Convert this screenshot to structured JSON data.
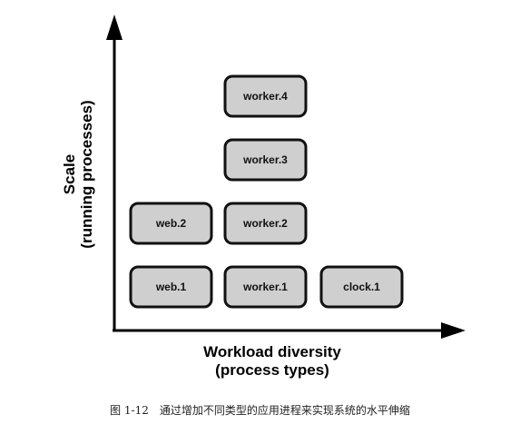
{
  "diagram": {
    "axes": {
      "y_label_line1": "Scale",
      "y_label_line2": "(running processes)",
      "x_label_line1": "Workload diversity",
      "x_label_line2": "(process types)"
    },
    "processes": [
      {
        "label": "web.1",
        "type": "web",
        "index": 1
      },
      {
        "label": "web.2",
        "type": "web",
        "index": 2
      },
      {
        "label": "worker.1",
        "type": "worker",
        "index": 1
      },
      {
        "label": "worker.2",
        "type": "worker",
        "index": 2
      },
      {
        "label": "worker.3",
        "type": "worker",
        "index": 3
      },
      {
        "label": "worker.4",
        "type": "worker",
        "index": 4
      },
      {
        "label": "clock.1",
        "type": "clock",
        "index": 1
      }
    ],
    "colors": {
      "box_fill": "#cfcfcf",
      "stroke": "#111111",
      "axis": "#000000"
    }
  },
  "caption": {
    "number": "图 1-12",
    "text": "通过增加不同类型的应用进程来实现系统的水平伸缩"
  }
}
